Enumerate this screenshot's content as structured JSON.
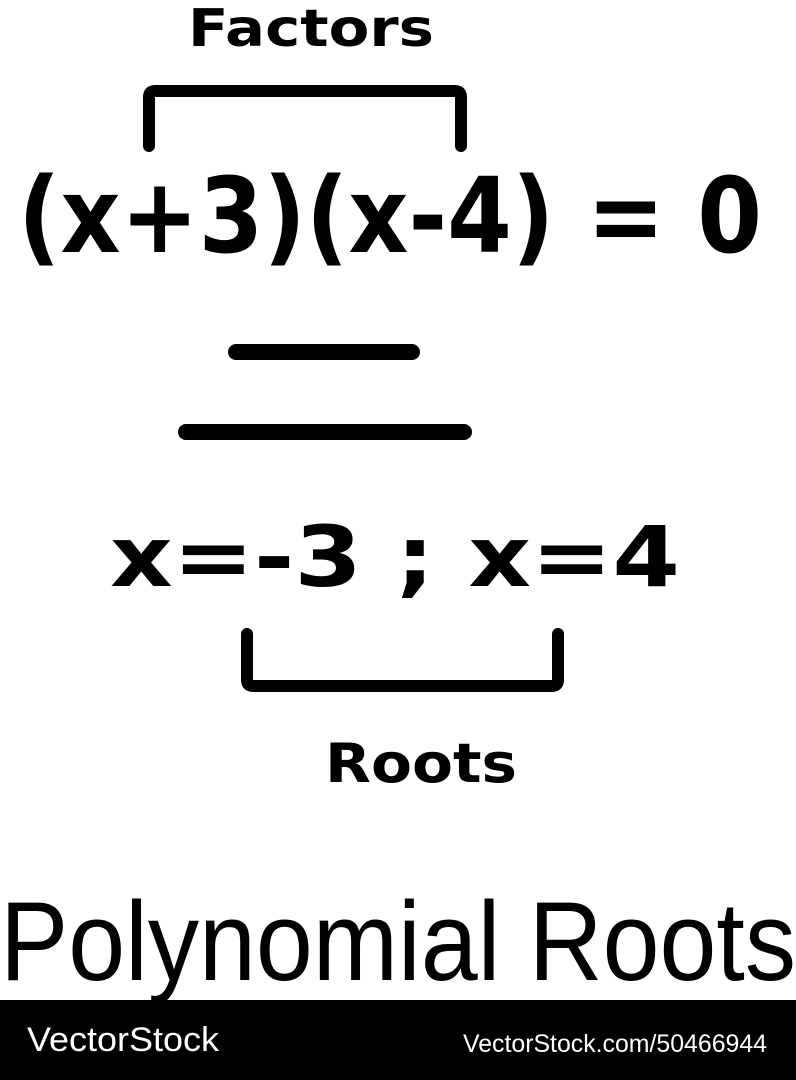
{
  "diagram": {
    "factors_label": "Factors",
    "equation": "(x+3)(x-4) = 0",
    "roots_equation": "x=-3 ; x=4",
    "roots_label": "Roots",
    "title": "Polynomial Roots"
  },
  "watermark": {
    "brand": "VectorStock",
    "url": "VectorStock.com/50466944",
    "bar_color": "#000000"
  }
}
